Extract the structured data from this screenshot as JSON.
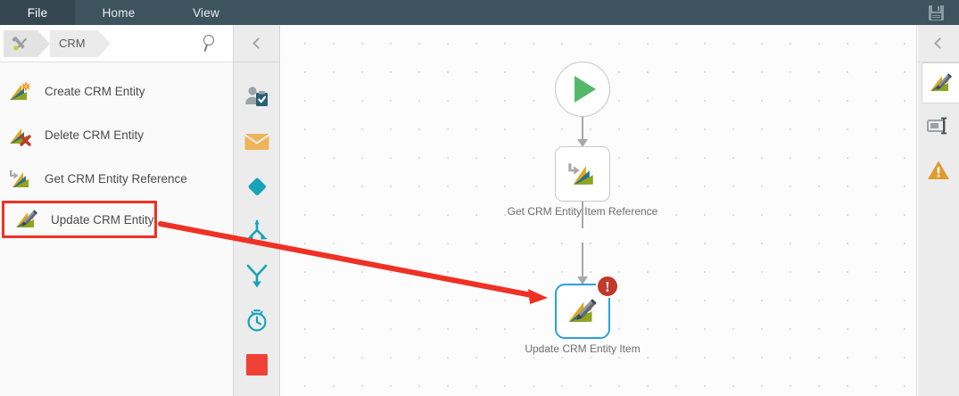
{
  "menubar": {
    "items": [
      {
        "label": "File",
        "active": true
      },
      {
        "label": "Home",
        "active": false
      },
      {
        "label": "View",
        "active": false
      }
    ],
    "save_icon": "floppy-disk-save-icon"
  },
  "left_panel": {
    "breadcrumb": {
      "root_icon": "tools-wrench-screwdriver-icon",
      "items": [
        "CRM"
      ]
    },
    "search": {
      "icon": "search-icon",
      "placeholder": "",
      "value": ""
    },
    "entities": [
      {
        "label": "Create CRM Entity",
        "icon": "crm-create-icon",
        "highlighted": false
      },
      {
        "label": "Delete CRM Entity",
        "icon": "crm-delete-icon",
        "highlighted": false
      },
      {
        "label": "Get CRM Entity Reference",
        "icon": "crm-get-icon",
        "highlighted": false
      },
      {
        "label": "Update CRM Entity",
        "icon": "crm-update-icon",
        "highlighted": true
      }
    ]
  },
  "tool_strip": {
    "collapse_icon": "chevron-left-icon",
    "tools": [
      {
        "name": "user-task-icon"
      },
      {
        "name": "mail-envelope-icon"
      },
      {
        "name": "decision-diamond-icon"
      },
      {
        "name": "merge-arrows-icon"
      },
      {
        "name": "split-arrow-icon"
      },
      {
        "name": "timer-clock-icon"
      },
      {
        "name": "stop-square-icon"
      }
    ]
  },
  "canvas": {
    "nodes": [
      {
        "id": "start",
        "type": "start-event",
        "label": "",
        "icon": "play-triangle-icon"
      },
      {
        "id": "get",
        "type": "task",
        "label": "Get CRM Entity Item Reference",
        "icon": "crm-get-icon",
        "selected": false,
        "error": false
      },
      {
        "id": "update",
        "type": "task",
        "label": "Update CRM Entity Item",
        "icon": "crm-update-icon",
        "selected": true,
        "error": true,
        "error_badge": "!"
      }
    ]
  },
  "right_rail": {
    "collapse_icon": "chevron-left-icon",
    "items": [
      {
        "name": "crm-update-properties-icon",
        "active": true
      },
      {
        "name": "text-field-properties-icon",
        "active": false
      },
      {
        "name": "warning-triangle-icon",
        "active": false
      }
    ]
  },
  "annotation": {
    "arrow_color": "#ee3124",
    "highlight_color": "#ee3124"
  },
  "colors": {
    "menubar_bg": "#3d535d",
    "menubar_active_bg": "#344751",
    "selection_blue": "#2a9fe0",
    "error_red": "#c0392b",
    "start_green": "#53b96a",
    "tool_teal": "#17a3b8",
    "warning_orange": "#e29a2d"
  }
}
